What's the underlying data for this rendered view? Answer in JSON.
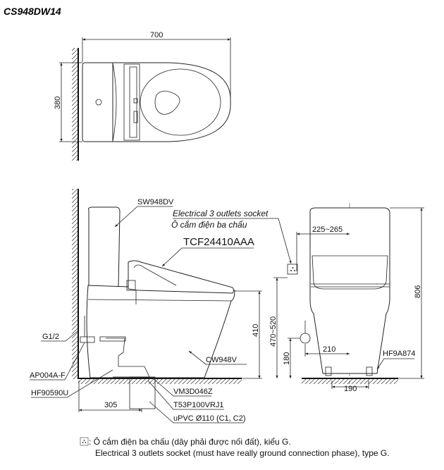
{
  "title": "CS948DW14",
  "top_view": {
    "width_dim": "700",
    "depth_dim": "380"
  },
  "side_view": {
    "labels": {
      "tank": "SW948DV",
      "socket_en": "Electrical 3 outlets socket",
      "socket_vi": "Ô cắm điện ba chẩu",
      "seat": "TCF24410AAA",
      "inlet": "G1/2",
      "valve": "AP004A-F",
      "hose": "HF90590U",
      "bowl": "CW948V",
      "flange": "VM3D046Z",
      "adapter": "T53P100VRJ1",
      "pipe": "uPVC Ø110 (C1, C2)"
    },
    "dims": {
      "seat_height": "410",
      "socket_height": "470~520",
      "rough_in": "305"
    }
  },
  "front_view": {
    "dims": {
      "socket_offset": "225~265",
      "total_height": "806",
      "inlet_offset": "210",
      "inlet_height": "180",
      "bolt_spacing": "190"
    },
    "labels": {
      "bolt": "HF9A874"
    }
  },
  "footnote": {
    "icon": "socket-icon",
    "line_vi": ": Ô cắm điện ba chấu (dây phải được nối đất), kiểu G.",
    "line_en": "Electrical 3 outlets socket (must have really ground connection phase), type G."
  }
}
